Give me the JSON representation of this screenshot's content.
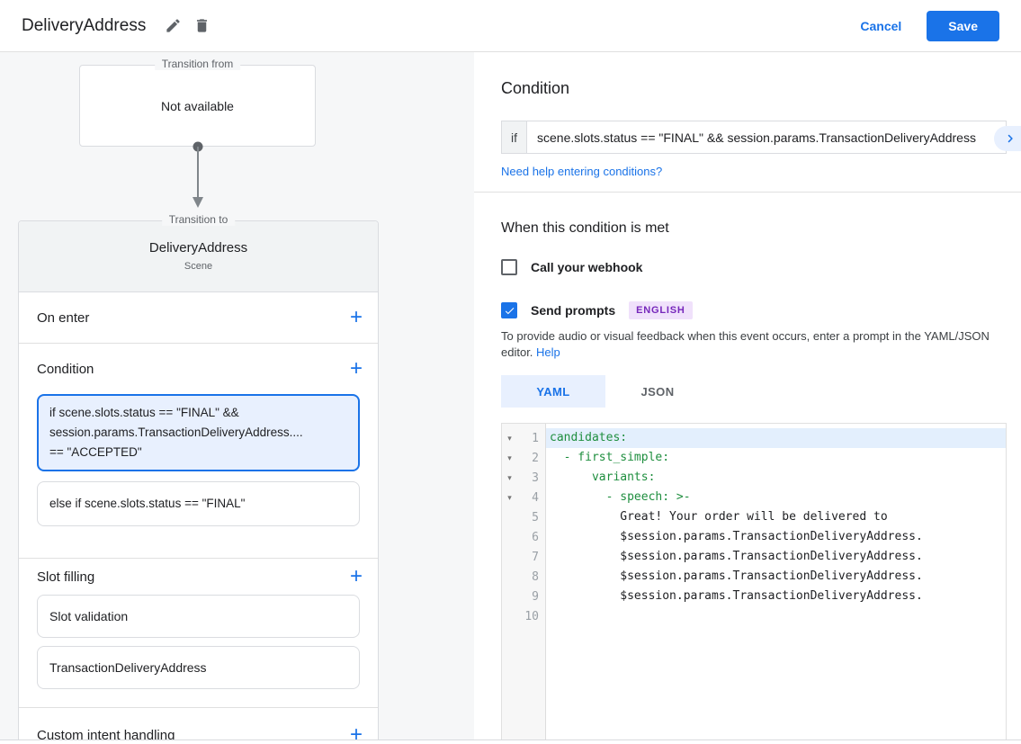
{
  "icons": {
    "add": "+",
    "fold": "▾"
  },
  "colors": {
    "accent_blue": "#1a73e8",
    "selected_card_bg": "#e8f0fe",
    "yaml_key_green": "#1e8e3e",
    "badge_bg": "#f0e1fb",
    "badge_text": "#7627bb"
  },
  "header": {
    "title": "DeliveryAddress",
    "cancel_label": "Cancel",
    "save_label": "Save"
  },
  "canvas": {
    "transition_from": {
      "legend": "Transition from",
      "value": "Not available"
    },
    "transition_to": {
      "legend": "Transition to",
      "name": "DeliveryAddress",
      "subtitle": "Scene"
    },
    "rows": {
      "on_enter": "On enter",
      "condition": "Condition",
      "slot_filling": "Slot filling",
      "custom_intent": "Custom intent handling"
    },
    "condition_cards": [
      {
        "selected": true,
        "lines": [
          "if scene.slots.status == \"FINAL\" &&",
          "session.params.TransactionDeliveryAddress....",
          "== \"ACCEPTED\""
        ]
      },
      {
        "selected": false,
        "lines": [
          "else if scene.slots.status == \"FINAL\""
        ]
      }
    ],
    "slot_cards": [
      "Slot validation",
      "TransactionDeliveryAddress"
    ]
  },
  "condition_panel": {
    "title": "Condition",
    "if_label": "if",
    "expression": "scene.slots.status == \"FINAL\" && session.params.TransactionDeliveryAddress",
    "help_link": "Need help entering conditions?"
  },
  "handler_panel": {
    "title": "When this condition is met",
    "webhook": {
      "label": "Call your webhook",
      "checked": false
    },
    "prompts": {
      "label": "Send prompts",
      "checked": true,
      "badge": "ENGLISH"
    },
    "description": "To provide audio or visual feedback when this event occurs, enter a prompt in the YAML/JSON editor.",
    "help_label": "Help",
    "tabs": [
      {
        "label": "YAML",
        "active": true
      },
      {
        "label": "JSON",
        "active": false
      }
    ]
  },
  "editor": {
    "lines": [
      {
        "num": "1",
        "fold": true,
        "highlight": true,
        "kind": "key",
        "text": "candidates:"
      },
      {
        "num": "2",
        "fold": true,
        "highlight": false,
        "kind": "key",
        "text": "  - first_simple:"
      },
      {
        "num": "3",
        "fold": true,
        "highlight": false,
        "kind": "key",
        "text": "      variants:"
      },
      {
        "num": "4",
        "fold": true,
        "highlight": false,
        "kind": "key",
        "text": "        - speech: >-"
      },
      {
        "num": "5",
        "fold": false,
        "highlight": false,
        "kind": "plain",
        "text": "          Great! Your order will be delivered to"
      },
      {
        "num": "6",
        "fold": false,
        "highlight": false,
        "kind": "plain",
        "text": "          $session.params.TransactionDeliveryAddress."
      },
      {
        "num": "7",
        "fold": false,
        "highlight": false,
        "kind": "plain",
        "text": "          $session.params.TransactionDeliveryAddress."
      },
      {
        "num": "8",
        "fold": false,
        "highlight": false,
        "kind": "plain",
        "text": "          $session.params.TransactionDeliveryAddress."
      },
      {
        "num": "9",
        "fold": false,
        "highlight": false,
        "kind": "plain",
        "text": "          $session.params.TransactionDeliveryAddress."
      },
      {
        "num": "10",
        "fold": false,
        "highlight": false,
        "kind": "plain",
        "text": ""
      }
    ]
  }
}
